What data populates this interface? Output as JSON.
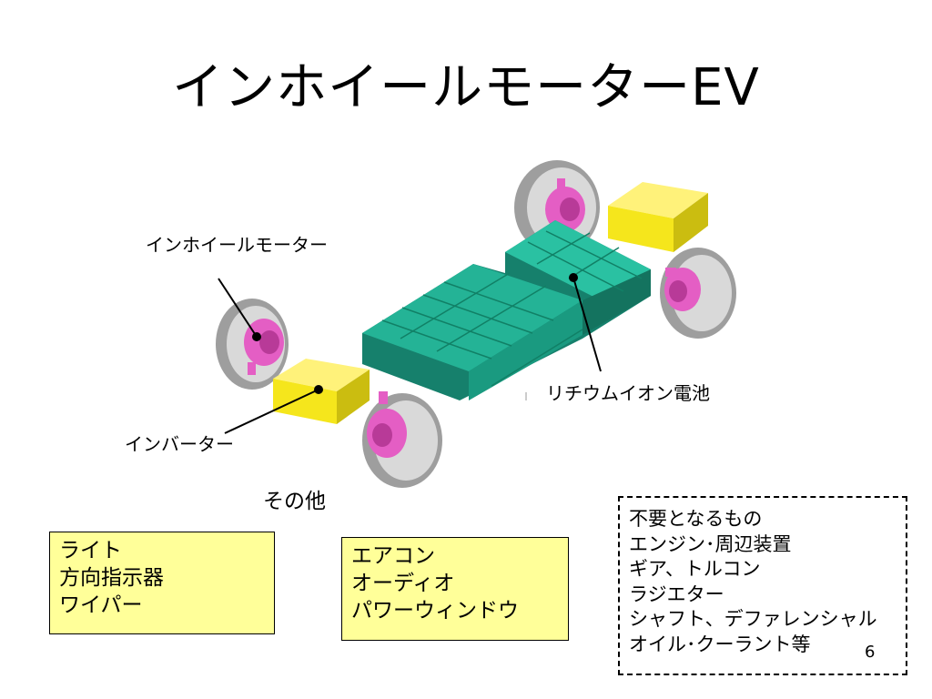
{
  "slide": {
    "title": "インホイールモーターEV",
    "page_number": "6"
  },
  "labels": {
    "motor": "インホイールモーター",
    "battery": "リチウムイオン電池",
    "inverter": "インバーター",
    "others": "その他"
  },
  "box_left": {
    "lines": [
      "ライト",
      "方向指示器",
      "ワイパー"
    ]
  },
  "box_middle": {
    "lines": [
      "エアコン",
      "オーディオ",
      "パワーウィンドウ"
    ]
  },
  "box_right": {
    "heading": "不要となるもの",
    "lines": [
      "エンジン･周辺装置",
      "ギア、トルコン",
      "ラジエター",
      "シャフト、デファレンシャル",
      "オイル･クーラント等"
    ]
  },
  "colors": {
    "battery": "#1fa38a",
    "inverter": "#f5e61c",
    "hub": "#e45ec4",
    "tire": "#bdbdbd",
    "box_fill": "#ffff99"
  }
}
